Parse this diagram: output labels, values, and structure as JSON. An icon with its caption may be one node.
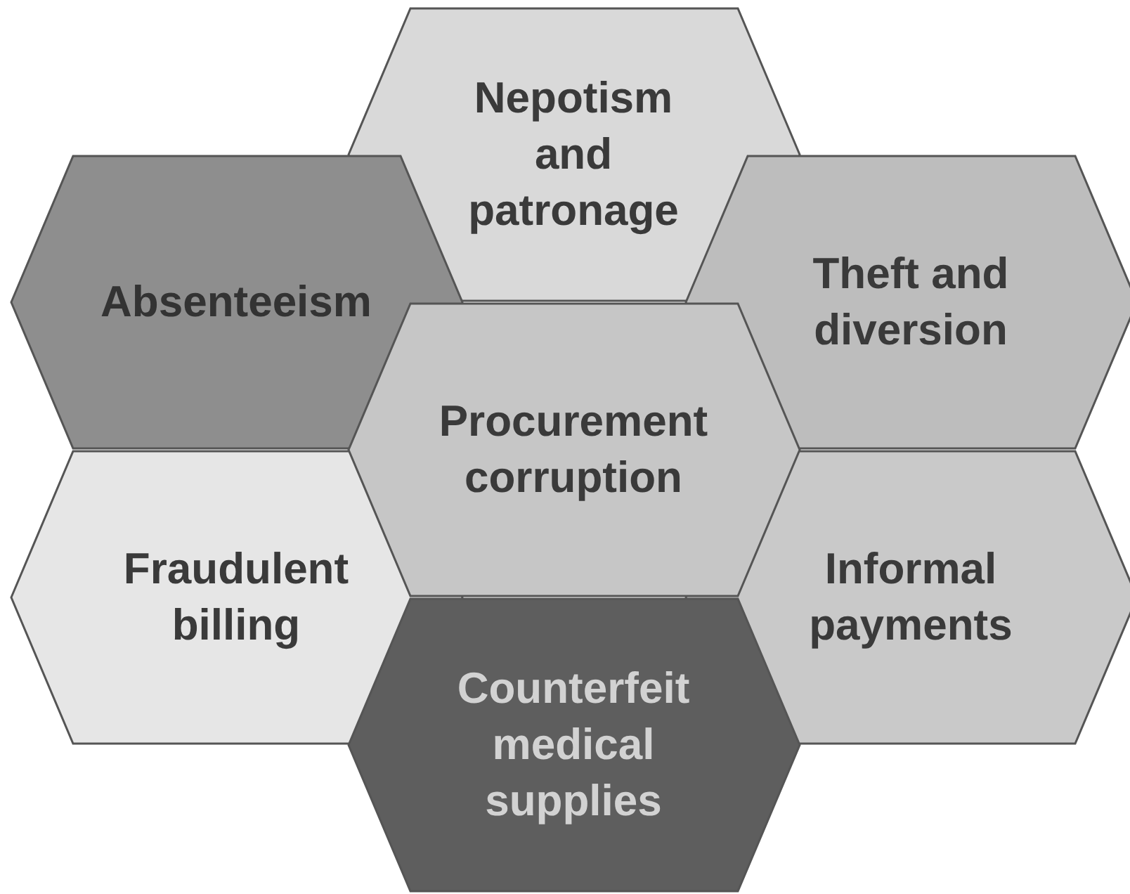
{
  "diagram": {
    "nodes": [
      {
        "text": [
          "Nepotism and patronage"
        ]
      },
      {
        "text": [
          "Absenteeism"
        ]
      },
      {
        "text": [
          "Theft and diversion"
        ]
      },
      {
        "text": [
          "Procurement corruption"
        ]
      },
      {
        "text": [
          "Fraudulent billing"
        ]
      },
      {
        "text": [
          "Informal payments"
        ]
      },
      {
        "text": [
          "Counterfeit medical supplies"
        ]
      }
    ],
    "edges": []
  }
}
